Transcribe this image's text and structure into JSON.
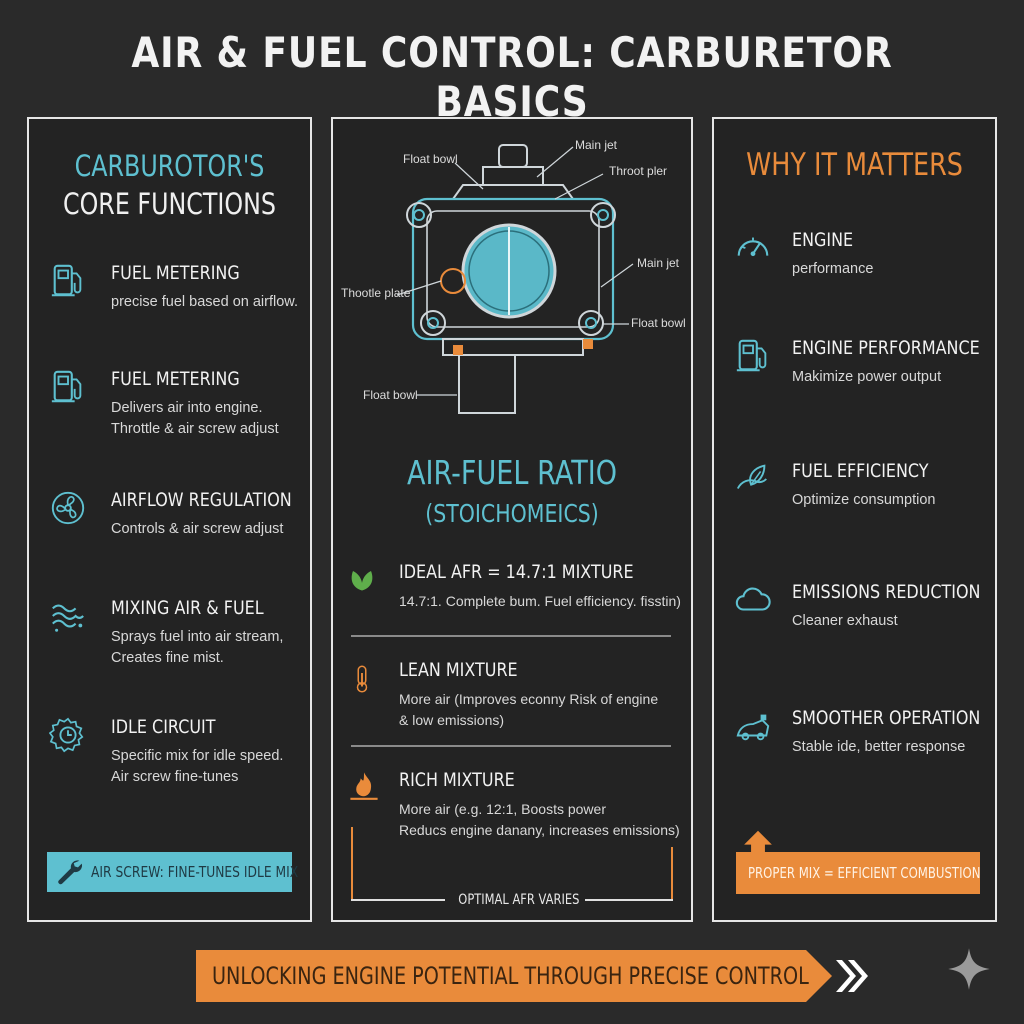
{
  "title": "AIR & FUEL CONTROL: CARBURETOR BASICS",
  "left_panel": {
    "heading_line1": "CARBUROTOR'S",
    "heading_line2": "CORE FUNCTIONS",
    "items": [
      {
        "icon": "fuel-pump-icon",
        "title": "FUEL METERING",
        "desc1": "precise fuel based on airflow.",
        "desc2": ""
      },
      {
        "icon": "fuel-pump-icon",
        "title": "FUEL METERING",
        "desc1": "Delivers air into engine.",
        "desc2": "Throttle & air screw adjust"
      },
      {
        "icon": "fan-icon",
        "title": "AIRFLOW REGULATION",
        "desc1": "Controls & air screw adjust",
        "desc2": ""
      },
      {
        "icon": "air-swirl-icon",
        "title": "MIXING AIR & FUEL",
        "desc1": "Sprays fuel into air stream,",
        "desc2": "Creates fine mist."
      },
      {
        "icon": "gear-clock-icon",
        "title": "IDLE CIRCUIT",
        "desc1": "Specific mix for idle speed.",
        "desc2": "Air screw fine-tunes"
      }
    ],
    "footer": "AIR SCREW: FINE-TUNES IDLE MIX"
  },
  "middle_panel": {
    "diagram_labels": {
      "float_bowl_top": "Float bowl",
      "main_jet_top": "Main jet",
      "throttle_plate_top": "Throot pler",
      "main_jet_right": "Main jet",
      "throttle_plate_left": "Thootle plate",
      "float_bowl_right": "Float bowl",
      "float_bowl_bottom": "Float bowl"
    },
    "heading_line1": "AIR-FUEL RATIO",
    "heading_line2": "(STOICHOMEICS)",
    "items": [
      {
        "icon": "leaf-icon",
        "title": "IDEAL AFR = 14.7:1 MIXTURE",
        "desc1": "14.7:1. Complete bum. Fuel efficiency. fisstin)",
        "desc2": ""
      },
      {
        "icon": "thermometer-icon",
        "title": "LEAN MIXTURE",
        "desc1": "More air (Improves econny Risk of engine",
        "desc2": "& low emissions)"
      },
      {
        "icon": "flame-icon",
        "title": "RICH MIXTURE",
        "desc1": "More air (e.g. 12:1, Boosts power",
        "desc2": "Reducs engine danany, increases emissions)"
      }
    ],
    "footer": "OPTIMAL AFR VARIES"
  },
  "right_panel": {
    "heading": "WHY IT MATTERS",
    "items": [
      {
        "icon": "speedometer-icon",
        "title": "ENGINE",
        "desc1": "performance"
      },
      {
        "icon": "fuel-pump-icon",
        "title": "ENGINE PERFORMANCE",
        "desc1": "Makimize power output"
      },
      {
        "icon": "leaf-hand-icon",
        "title": "FUEL EFFICIENCY",
        "desc1": "Optimize consumption"
      },
      {
        "icon": "cloud-icon",
        "title": "EMISSIONS REDUCTION",
        "desc1": "Cleaner exhaust"
      },
      {
        "icon": "car-icon",
        "title": "SMOOTHER OPERATION",
        "desc1": "Stable ide, better response"
      }
    ],
    "footer": "PROPER MIX = EFFICIENT COMBUSTION"
  },
  "banner": "UNLOCKING ENGINE POTENTIAL THROUGH PRECISE CONTROL",
  "colors": {
    "background": "#2a2a2a",
    "cyan": "#5ec0d0",
    "orange": "#e98b3b",
    "green": "#5fae4b",
    "border": "#e6e6e6"
  }
}
